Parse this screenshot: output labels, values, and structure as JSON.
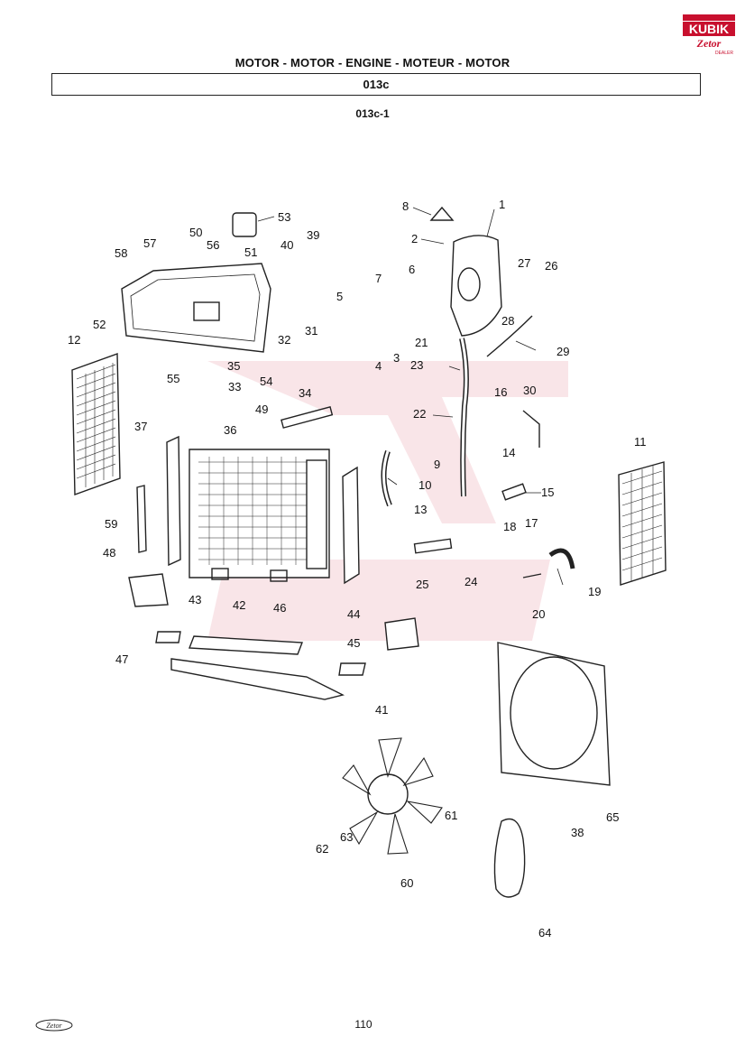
{
  "header": {
    "title": "MOTOR - MOTOR - ENGINE - MOTEUR - MOTOR",
    "code": "013c",
    "sub_code": "013c-1"
  },
  "logo": {
    "brand": "KUBIK",
    "sub_brand": "Zetor",
    "dealer": "DEALER",
    "color": "#c8102e"
  },
  "diagram": {
    "callouts": [
      "1",
      "2",
      "3",
      "4",
      "5",
      "6",
      "7",
      "8",
      "9",
      "10",
      "11",
      "12",
      "13",
      "14",
      "15",
      "16",
      "17",
      "18",
      "19",
      "20",
      "21",
      "22",
      "23",
      "24",
      "25",
      "26",
      "27",
      "28",
      "29",
      "30",
      "31",
      "32",
      "33",
      "34",
      "35",
      "36",
      "37",
      "38",
      "39",
      "40",
      "41",
      "42",
      "43",
      "44",
      "45",
      "46",
      "47",
      "48",
      "49",
      "50",
      "51",
      "52",
      "53",
      "54",
      "55",
      "56",
      "57",
      "58",
      "59",
      "60",
      "61",
      "62",
      "63",
      "64",
      "65"
    ]
  },
  "footer": {
    "logo_text": "Zetor",
    "page_number": "110"
  }
}
